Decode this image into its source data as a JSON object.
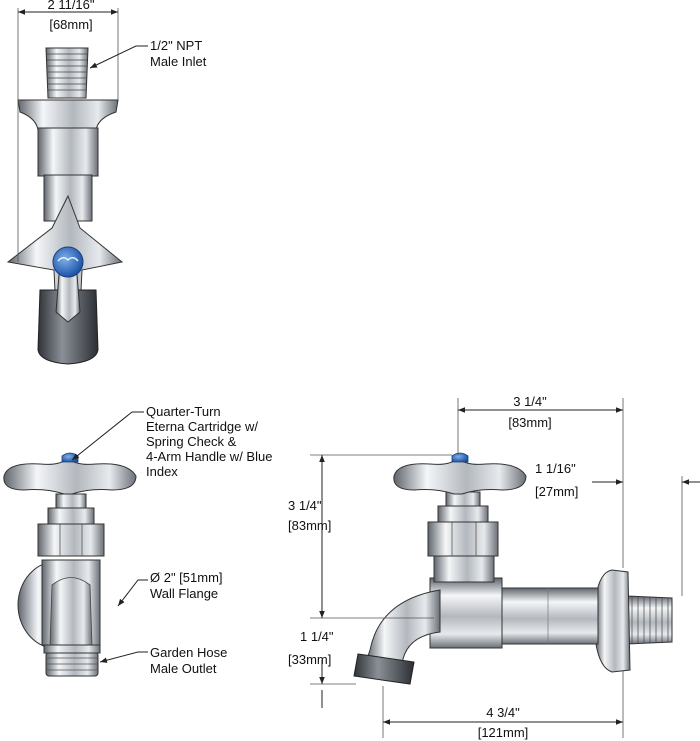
{
  "colors": {
    "chrome_light": "#eef0f2",
    "chrome_mid": "#b9bec4",
    "chrome_dark": "#6e747b",
    "index_blue": "#2f6fc0",
    "line": "#222222"
  },
  "front_view": {
    "width_in": "2 11/16\"",
    "width_mm": "[68mm]",
    "inlet_label": [
      "1/2\" NPT",
      "Male Inlet"
    ]
  },
  "side_left_view": {
    "cartridge_label": [
      "Quarter-Turn",
      "Eterna Cartridge w/",
      "Spring Check &",
      "4-Arm Handle w/ Blue",
      "Index"
    ],
    "flange_label": [
      "Ø 2\" [51mm]",
      "Wall Flange"
    ],
    "outlet_label": [
      "Garden Hose",
      "Male Outlet"
    ]
  },
  "side_right_view": {
    "depth_top_in": "3 1/4\"",
    "depth_top_mm": "[83mm]",
    "inlet_len_in": "1 1/16\"",
    "inlet_len_mm": "[27mm]",
    "height_in": "3 1/4\"",
    "height_mm": "[83mm]",
    "drop_in": "1 1/4\"",
    "drop_mm": "[33mm]",
    "overall_in": "4 3/4\"",
    "overall_mm": "[121mm]"
  }
}
